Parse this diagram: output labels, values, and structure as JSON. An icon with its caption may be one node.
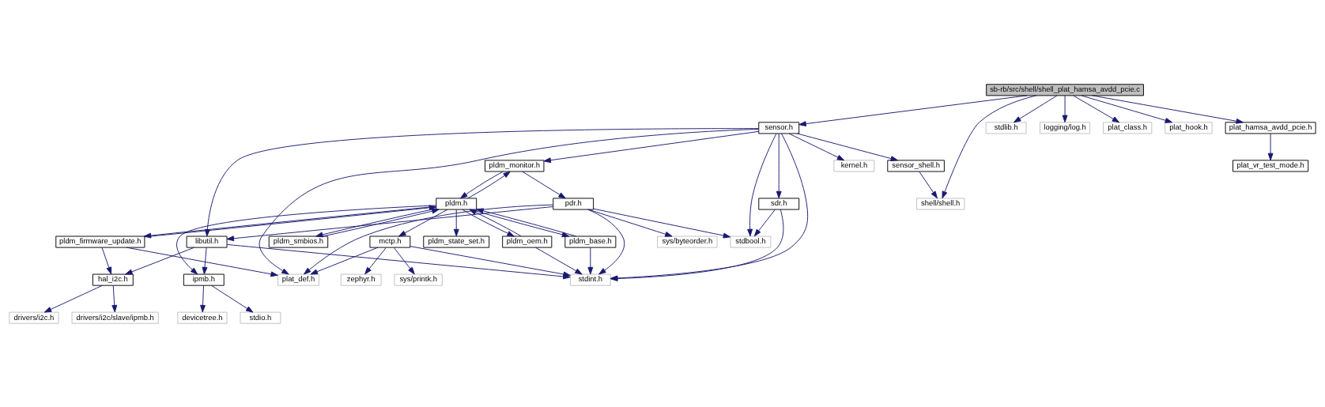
{
  "diagram": {
    "nodes": [
      {
        "text": [
          "sb-rb/src/shell/shell_plat_hamsa_avdd_pcie.c"
        ]
      },
      {
        "text": [
          "sensor.h"
        ]
      },
      {
        "text": [
          "stdlib.h"
        ]
      },
      {
        "text": [
          "logging/log.h"
        ]
      },
      {
        "text": [
          "plat_class.h"
        ]
      },
      {
        "text": [
          "plat_hook.h"
        ]
      },
      {
        "text": [
          "plat_hamsa_avdd_pcie.h"
        ]
      },
      {
        "text": [
          "kernel.h"
        ]
      },
      {
        "text": [
          "sensor_shell.h"
        ]
      },
      {
        "text": [
          "pldm_monitor.h"
        ]
      },
      {
        "text": [
          "plat_vr_test_mode.h"
        ]
      },
      {
        "text": [
          "shell/shell.h"
        ]
      },
      {
        "text": [
          "pdr.h"
        ]
      },
      {
        "text": [
          "sdr.h"
        ]
      },
      {
        "text": [
          "pldm.h"
        ]
      },
      {
        "text": [
          "libutil.h"
        ]
      },
      {
        "text": [
          "sys/byteorder.h"
        ]
      },
      {
        "text": [
          "stdbool.h"
        ]
      },
      {
        "text": [
          "pldm_firmware_update.h"
        ]
      },
      {
        "text": [
          "pldm_state_set.h"
        ]
      },
      {
        "text": [
          "pldm_smbios.h"
        ]
      },
      {
        "text": [
          "pldm_oem.h"
        ]
      },
      {
        "text": [
          "pldm_base.h"
        ]
      },
      {
        "text": [
          "mctp.h"
        ]
      },
      {
        "text": [
          "plat_def.h"
        ]
      },
      {
        "text": [
          "hal_i2c.h"
        ]
      },
      {
        "text": [
          "ipmb.h"
        ]
      },
      {
        "text": [
          "stdint.h"
        ]
      },
      {
        "text": [
          "zephyr.h"
        ]
      },
      {
        "text": [
          "sys/printk.h"
        ]
      },
      {
        "text": [
          "drivers/i2c.h"
        ]
      },
      {
        "text": [
          "drivers/i2c/slave/ipmb.h"
        ]
      },
      {
        "text": [
          "devicetree.h"
        ]
      },
      {
        "text": [
          "stdio.h"
        ]
      }
    ],
    "edges": [
      {
        "from": 0,
        "to": 11,
        "arrow": "to"
      },
      {
        "from": 0,
        "to": 1,
        "arrow": "to"
      },
      {
        "from": 0,
        "to": 2,
        "arrow": "to"
      },
      {
        "from": 0,
        "to": 3,
        "arrow": "to"
      },
      {
        "from": 0,
        "to": 4,
        "arrow": "to"
      },
      {
        "from": 0,
        "to": 5,
        "arrow": "to"
      },
      {
        "from": 0,
        "to": 6,
        "arrow": "to"
      },
      {
        "from": 6,
        "to": 10,
        "arrow": "to"
      },
      {
        "from": 1,
        "to": 7,
        "arrow": "to"
      },
      {
        "from": 1,
        "to": 8,
        "arrow": "to"
      },
      {
        "from": 1,
        "to": 13,
        "arrow": "to"
      },
      {
        "from": 1,
        "to": 9,
        "arrow": "to"
      },
      {
        "from": 1,
        "to": 27,
        "arrow": "to"
      },
      {
        "from": 1,
        "to": 17,
        "arrow": "to"
      },
      {
        "from": 1,
        "to": 24,
        "arrow": "to"
      },
      {
        "from": 1,
        "to": 15,
        "arrow": "to"
      },
      {
        "from": 8,
        "to": 11,
        "arrow": "to"
      },
      {
        "from": 9,
        "to": 12,
        "arrow": "to"
      },
      {
        "from": 9,
        "to": 14,
        "arrow": "to"
      },
      {
        "from": 14,
        "to": 9,
        "arrow": "to"
      },
      {
        "from": 12,
        "to": 15,
        "arrow": "to"
      },
      {
        "from": 12,
        "to": 16,
        "arrow": "to"
      },
      {
        "from": 12,
        "to": 17,
        "arrow": "to"
      },
      {
        "from": 12,
        "to": 24,
        "arrow": "to"
      },
      {
        "from": 12,
        "to": 27,
        "arrow": "to"
      },
      {
        "from": 13,
        "to": 17,
        "arrow": "to"
      },
      {
        "from": 13,
        "to": 27,
        "arrow": "to"
      },
      {
        "from": 14,
        "to": 18,
        "arrow": "to"
      },
      {
        "from": 14,
        "to": 19,
        "arrow": "to"
      },
      {
        "from": 14,
        "to": 20,
        "arrow": "to"
      },
      {
        "from": 14,
        "to": 21,
        "arrow": "to"
      },
      {
        "from": 14,
        "to": 22,
        "arrow": "to"
      },
      {
        "from": 14,
        "to": 23,
        "arrow": "to"
      },
      {
        "from": 14,
        "to": 26,
        "arrow": "to"
      },
      {
        "from": 18,
        "to": 14,
        "arrow": "to"
      },
      {
        "from": 20,
        "to": 14,
        "arrow": "to"
      },
      {
        "from": 21,
        "to": 14,
        "arrow": "to"
      },
      {
        "from": 22,
        "to": 14,
        "arrow": "to"
      },
      {
        "from": 15,
        "to": 25,
        "arrow": "to"
      },
      {
        "from": 15,
        "to": 26,
        "arrow": "to"
      },
      {
        "from": 15,
        "to": 27,
        "arrow": "to"
      },
      {
        "from": 18,
        "to": 24,
        "arrow": "to"
      },
      {
        "from": 18,
        "to": 25,
        "arrow": "to"
      },
      {
        "from": 21,
        "to": 27,
        "arrow": "to"
      },
      {
        "from": 22,
        "to": 27,
        "arrow": "to"
      },
      {
        "from": 23,
        "to": 27,
        "arrow": "to"
      },
      {
        "from": 23,
        "to": 24,
        "arrow": "to"
      },
      {
        "from": 23,
        "to": 28,
        "arrow": "to"
      },
      {
        "from": 23,
        "to": 29,
        "arrow": "to"
      },
      {
        "from": 25,
        "to": 30,
        "arrow": "to"
      },
      {
        "from": 25,
        "to": 31,
        "arrow": "to"
      },
      {
        "from": 26,
        "to": 32,
        "arrow": "to"
      },
      {
        "from": 26,
        "to": 33,
        "arrow": "to"
      }
    ]
  }
}
